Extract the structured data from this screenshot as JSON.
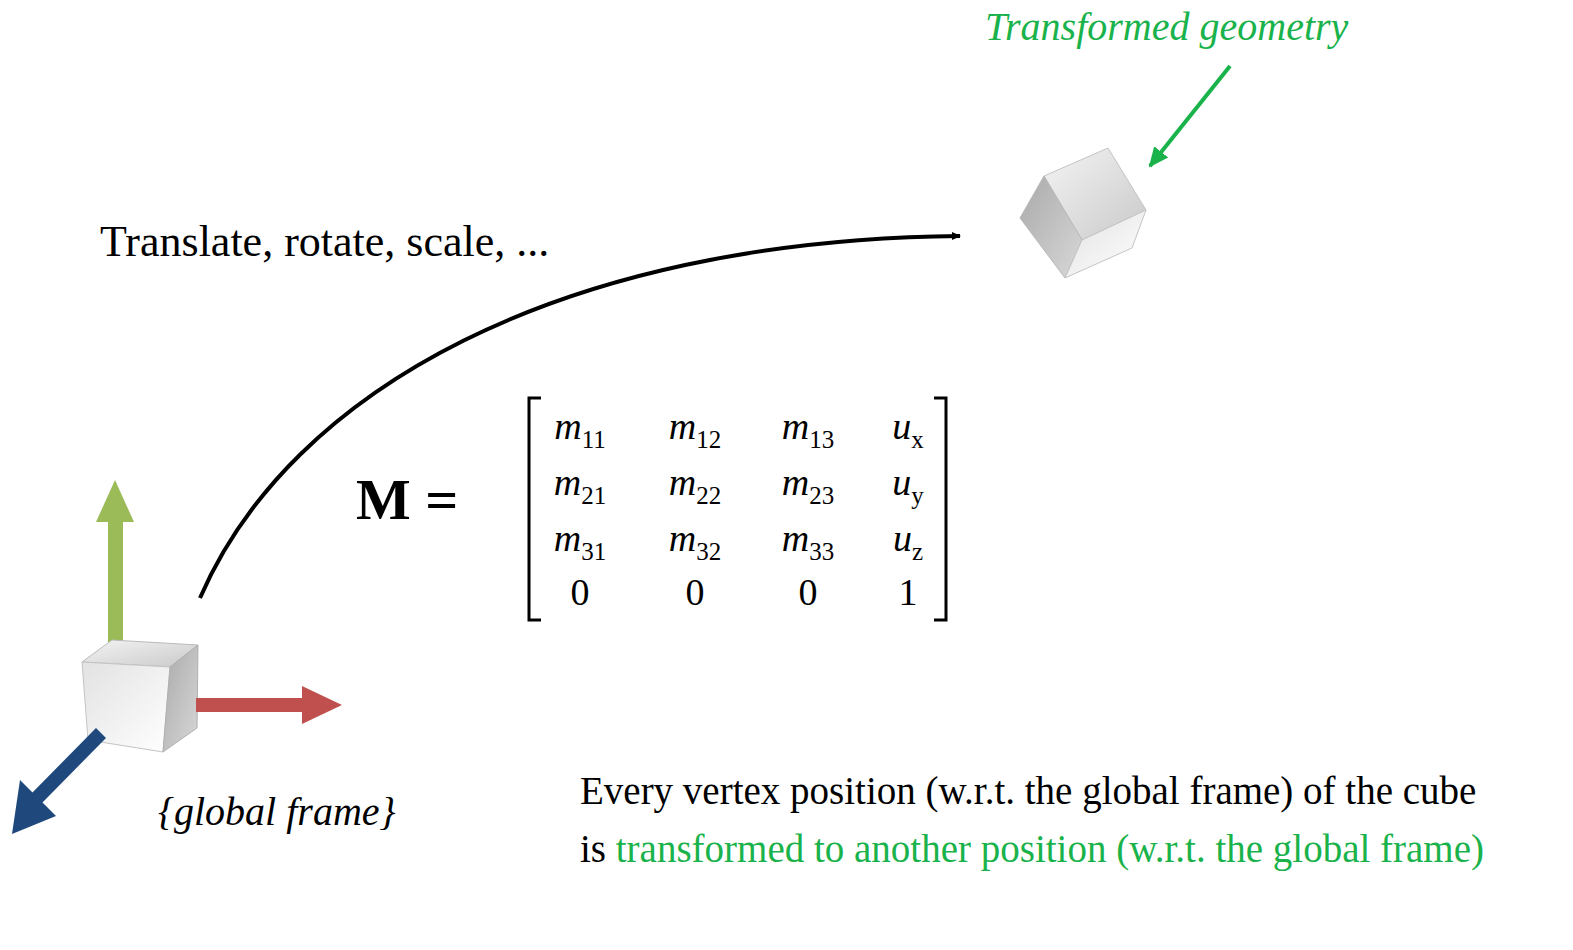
{
  "diagram": {
    "labels": [
      "Transformed geometry",
      "Translate, rotate, scale, ...",
      "M =",
      "m",
      "11",
      "m",
      "12",
      "m",
      "13",
      "u",
      "x",
      "m",
      "21",
      "m",
      "22",
      "m",
      "23",
      "u",
      "y",
      "m",
      "31",
      "m",
      "32",
      "m",
      "33",
      "u",
      "z",
      "0",
      "0",
      "0",
      "1",
      "{global frame}",
      "Every vertex position (w.r.t. the global frame) of the cube is",
      "transformed to another position (w.r.t. the global frame)"
    ]
  }
}
